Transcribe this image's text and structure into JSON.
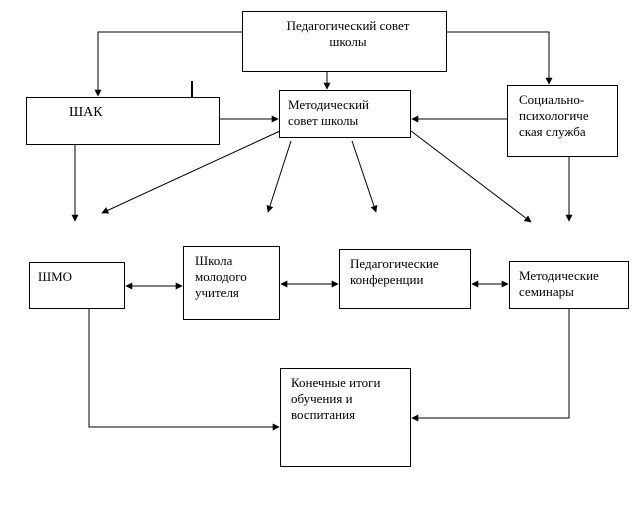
{
  "nodes": {
    "council": "Педагогический совет\nшколы",
    "shak": "ШАК",
    "method_council": "Методический\nсовет школы",
    "social_service": "Социально-\nпсихологиче\nская служба",
    "shmo": "ШМО",
    "young_teacher_school": "Школа\nмолодого\nучителя",
    "ped_conferences": "Педагогические\nконференции",
    "method_seminars": "Методические\nсеминары",
    "results": "Конечные итоги\nобучения и\nвоспитания"
  },
  "edges": [
    {
      "from": "council",
      "to": "shak",
      "type": "arrow"
    },
    {
      "from": "council",
      "to": "method_council",
      "type": "arrow"
    },
    {
      "from": "council",
      "to": "social_service",
      "type": "arrow"
    },
    {
      "from": "shak",
      "to": "method_council",
      "type": "arrow"
    },
    {
      "from": "social_service",
      "to": "method_council",
      "type": "arrow"
    },
    {
      "from": "shak",
      "to": "shmo",
      "type": "arrow"
    },
    {
      "from": "social_service",
      "to": "method_seminars",
      "type": "arrow"
    },
    {
      "from": "method_council",
      "to": "shmo",
      "type": "arrow"
    },
    {
      "from": "method_council",
      "to": "young_teacher_school",
      "type": "arrow"
    },
    {
      "from": "method_council",
      "to": "ped_conferences",
      "type": "arrow"
    },
    {
      "from": "method_council",
      "to": "method_seminars",
      "type": "arrow"
    },
    {
      "from": "shmo",
      "to": "young_teacher_school",
      "type": "bidirectional"
    },
    {
      "from": "young_teacher_school",
      "to": "ped_conferences",
      "type": "bidirectional"
    },
    {
      "from": "ped_conferences",
      "to": "method_seminars",
      "type": "bidirectional"
    },
    {
      "from": "shmo",
      "to": "results",
      "type": "arrow"
    },
    {
      "from": "method_seminars",
      "to": "results",
      "type": "arrow"
    }
  ],
  "colors": {
    "line": "#000000",
    "box_border": "#000000",
    "background": "#ffffff"
  }
}
